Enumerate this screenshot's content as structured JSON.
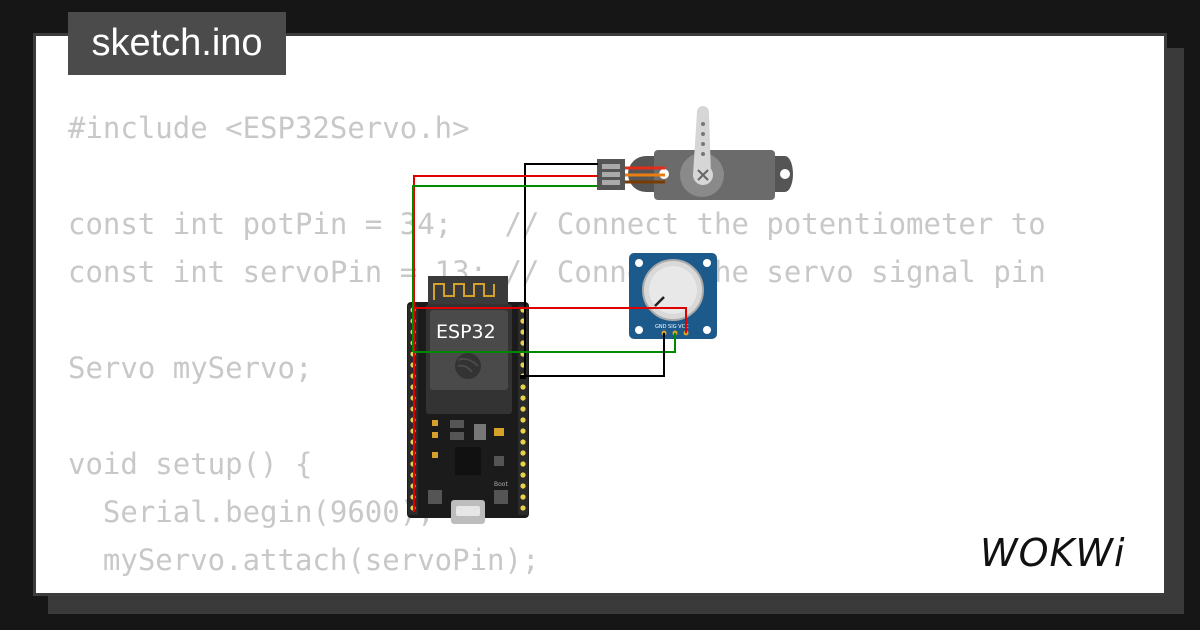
{
  "tab": {
    "filename": "sketch.ino"
  },
  "code_lines": [
    "#include <ESP32Servo.h>",
    "",
    "const int potPin = 34;   // Connect the potentiometer to",
    "const int servoPin = 13; // Connect the servo signal pin",
    "",
    "Servo myServo;",
    "",
    "void setup() {",
    "  Serial.begin(9600);",
    "  myServo.attach(servoPin);",
    "}"
  ],
  "board": {
    "label": "ESP32",
    "boot_label": "Boot"
  },
  "potentiometer": {
    "pin_labels": "GND SIG VCC"
  },
  "brand": {
    "logo_text": "WOKWi"
  },
  "colors": {
    "wire_red": "#e00000",
    "wire_green": "#008a00",
    "wire_black": "#000000",
    "board": "#1b1b1b",
    "pot_pcb": "#1d5a8c",
    "servo_body": "#6b6b6b"
  }
}
